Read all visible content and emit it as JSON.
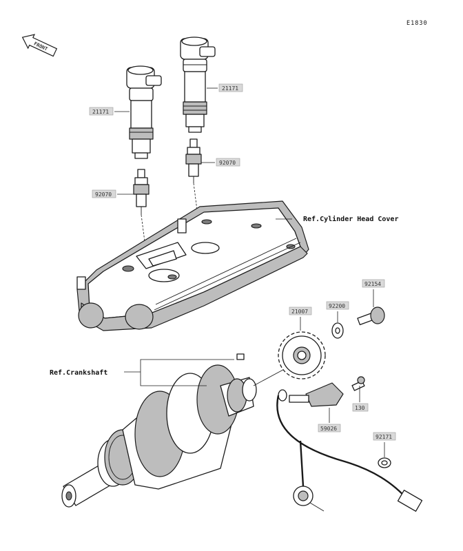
{
  "diagram": {
    "code": "E1830",
    "front_label": "FRONT",
    "references": {
      "cylinder_head_cover": "Ref.Cylinder Head Cover",
      "crankshaft": "Ref.Crankshaft"
    },
    "parts": {
      "coil_left": "21171",
      "coil_right": "21171",
      "plug_left": "92070",
      "plug_right": "92070",
      "bolt": "92154",
      "washer": "92200",
      "rotor": "21007",
      "sensor": "59026",
      "sensor_bolt": "130",
      "clamp": "92171"
    }
  }
}
